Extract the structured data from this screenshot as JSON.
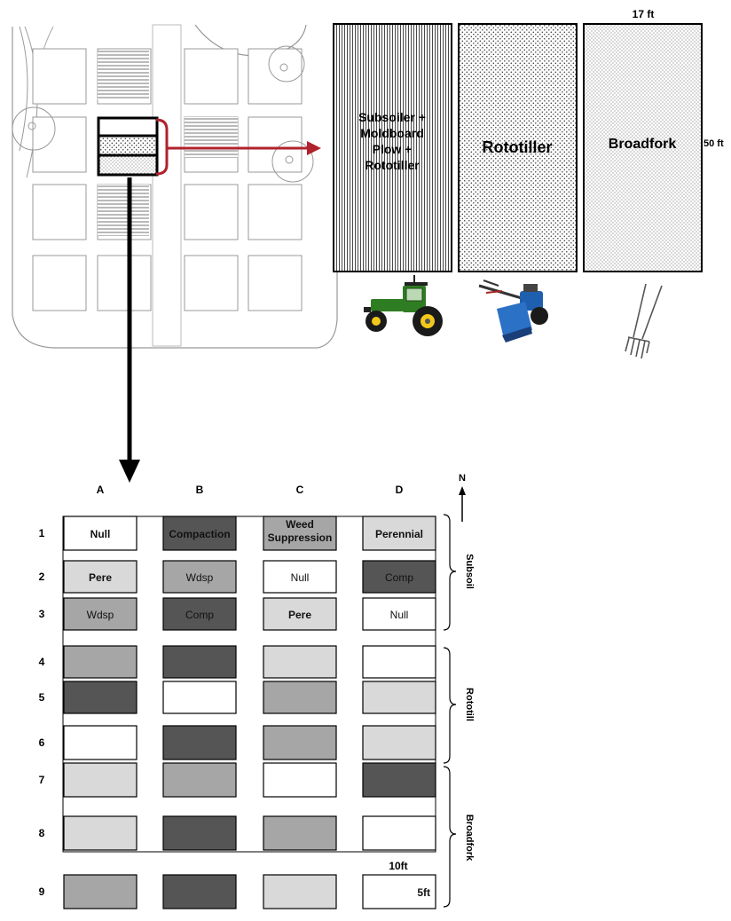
{
  "top": {
    "panels": [
      {
        "name": "panel-subsoiler",
        "label_lines": [
          "Subsoiler +",
          "Moldboard",
          "Plow +",
          "Rototiller"
        ],
        "pattern": "vertical-lines",
        "tool": "tractor-icon"
      },
      {
        "name": "panel-rototiller",
        "label_lines": [
          "Rototiller"
        ],
        "pattern": "dots-dense",
        "tool": "rototiller-icon"
      },
      {
        "name": "panel-broadfork",
        "label_lines": [
          "Broadfork"
        ],
        "pattern": "dots-fine",
        "tool": "broadfork-icon"
      }
    ],
    "width_label": "17 ft",
    "length_label": "50 ft",
    "colors": {
      "arrow_red": "#b0222c",
      "arrow_black": "#000000",
      "tractor_green": "#2f7d22",
      "tractor_yellow": "#f2c81b",
      "tiller_blue": "#1f5fb0"
    }
  },
  "grid": {
    "columns": [
      "A",
      "B",
      "C",
      "D"
    ],
    "rows": [
      "1",
      "2",
      "3",
      "4",
      "5",
      "6",
      "7",
      "8",
      "9"
    ],
    "north_label": "N",
    "groups": [
      "Subsoil",
      "Rototill",
      "Broadfork"
    ],
    "shade_colors": {
      "white": "#ffffff",
      "light": "#d9d9d9",
      "mid": "#a6a6a6",
      "dark": "#555555"
    },
    "cells": [
      [
        {
          "shade": "white",
          "label": "Null"
        },
        {
          "shade": "dark",
          "label": "Compaction"
        },
        {
          "shade": "mid",
          "label_lines": [
            "Weed",
            "Suppression"
          ]
        },
        {
          "shade": "light",
          "label": "Perennial"
        }
      ],
      [
        {
          "shade": "light",
          "label": "Pere"
        },
        {
          "shade": "mid",
          "label": "Wdsp"
        },
        {
          "shade": "white",
          "label": "Null"
        },
        {
          "shade": "dark",
          "label": "Comp"
        }
      ],
      [
        {
          "shade": "mid",
          "label": "Wdsp"
        },
        {
          "shade": "dark",
          "label": "Comp"
        },
        {
          "shade": "light",
          "label": "Pere"
        },
        {
          "shade": "white",
          "label": "Null"
        }
      ],
      [
        {
          "shade": "mid"
        },
        {
          "shade": "dark"
        },
        {
          "shade": "light"
        },
        {
          "shade": "white"
        }
      ],
      [
        {
          "shade": "dark"
        },
        {
          "shade": "white"
        },
        {
          "shade": "mid"
        },
        {
          "shade": "light"
        }
      ],
      [
        {
          "shade": "white"
        },
        {
          "shade": "dark"
        },
        {
          "shade": "mid"
        },
        {
          "shade": "light"
        }
      ],
      [
        {
          "shade": "light"
        },
        {
          "shade": "mid"
        },
        {
          "shade": "white"
        },
        {
          "shade": "dark"
        }
      ],
      [
        {
          "shade": "light"
        },
        {
          "shade": "dark"
        },
        {
          "shade": "mid"
        },
        {
          "shade": "white"
        }
      ],
      [
        {
          "shade": "mid"
        },
        {
          "shade": "dark"
        },
        {
          "shade": "light"
        },
        {
          "shade": "white",
          "label": "5ft"
        }
      ]
    ],
    "plot_width_label": "10ft"
  }
}
